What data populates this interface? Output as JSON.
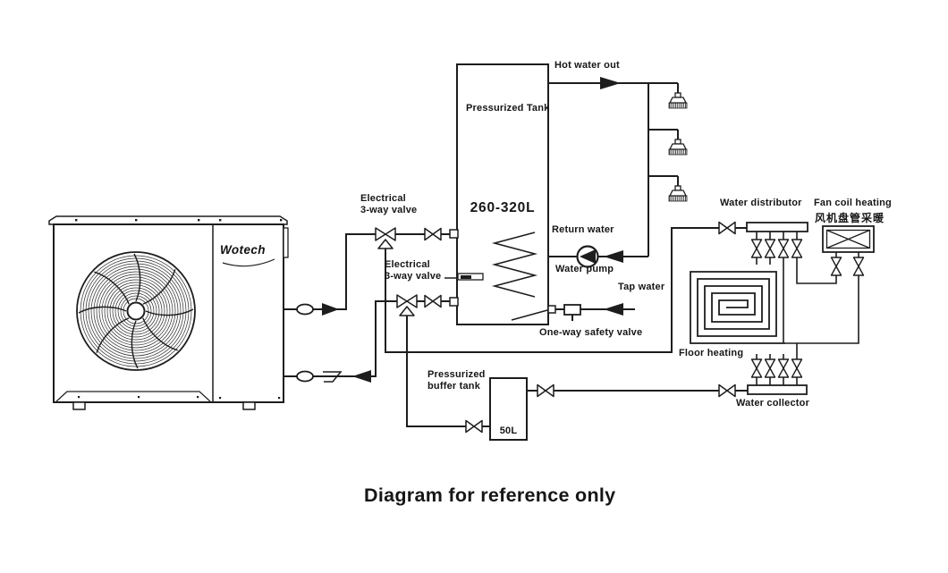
{
  "diagram": {
    "caption": "Diagram for reference only",
    "colors": {
      "line": "#1d1d1d",
      "background": "#ffffff"
    },
    "heat_pump": {
      "brand": "Wotech"
    },
    "tank": {
      "label": "Pressurized Tank",
      "capacity": "260-320L"
    },
    "buffer_tank": {
      "label": "Pressurized\nbuffer tank",
      "capacity": "50L"
    },
    "valve_labels": {
      "electrical_3way_top": "Electrical\n3-way valve",
      "electrical_3way_bottom": "Electrical\n3-way valve",
      "one_way_safety": "One-way safety valve"
    },
    "flow_labels": {
      "hot_water_out": "Hot water out",
      "return_water": "Return water",
      "water_pump": "Water pump",
      "tap_water": "Tap water"
    },
    "heating_circuit": {
      "water_distributor": "Water distributor",
      "fan_coil_heating": "Fan coil heating",
      "fan_coil_heating_zh": "风机盘管采暖",
      "floor_heating": "Floor heating",
      "water_collector": "Water collector"
    },
    "icons": {
      "shower_head": "shower-head-icon",
      "pump": "circulation-pump-icon",
      "check_valve": "check-valve-icon",
      "shutoff_valve": "shutoff-valve-icon",
      "three_way_valve": "three-way-valve-icon"
    }
  }
}
